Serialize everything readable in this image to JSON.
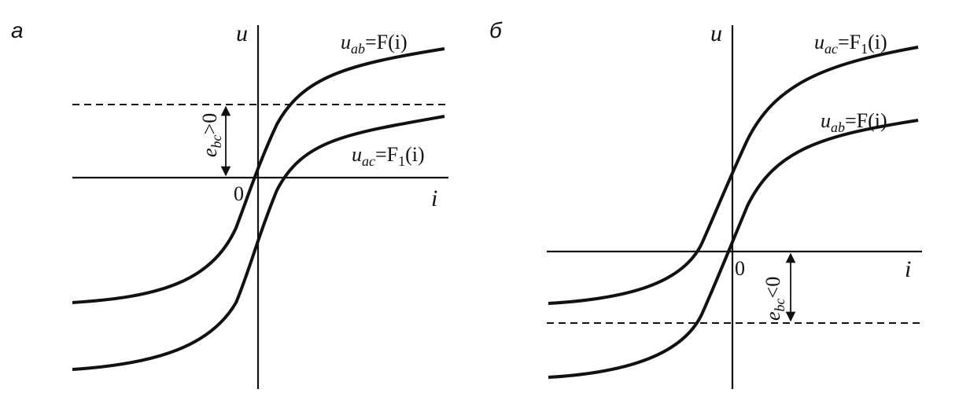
{
  "panels": [
    {
      "label": "а",
      "axis_u": "u",
      "axis_i": "i",
      "origin": "0",
      "upper_curve": {
        "var": "u",
        "sub": "ab",
        "rhs": "=F(i)"
      },
      "lower_curve": {
        "var": "u",
        "sub": "ac",
        "rhs": "=F",
        "rhs_sub": "1",
        "rhs_tail": "(i)"
      },
      "emf": {
        "var": "e",
        "sub": "bc",
        "rel": ">0"
      }
    },
    {
      "label": "б",
      "axis_u": "u",
      "axis_i": "i",
      "origin": "0",
      "upper_curve": {
        "var": "u",
        "sub": "ac",
        "rhs": "=F",
        "rhs_sub": "1",
        "rhs_tail": "(i)"
      },
      "lower_curve": {
        "var": "u",
        "sub": "ab",
        "rhs": "=F(i)"
      },
      "emf": {
        "var": "e",
        "sub": "bc",
        "rel": "<0"
      }
    }
  ],
  "colors": {
    "ink": "#111111",
    "background": "#ffffff"
  }
}
